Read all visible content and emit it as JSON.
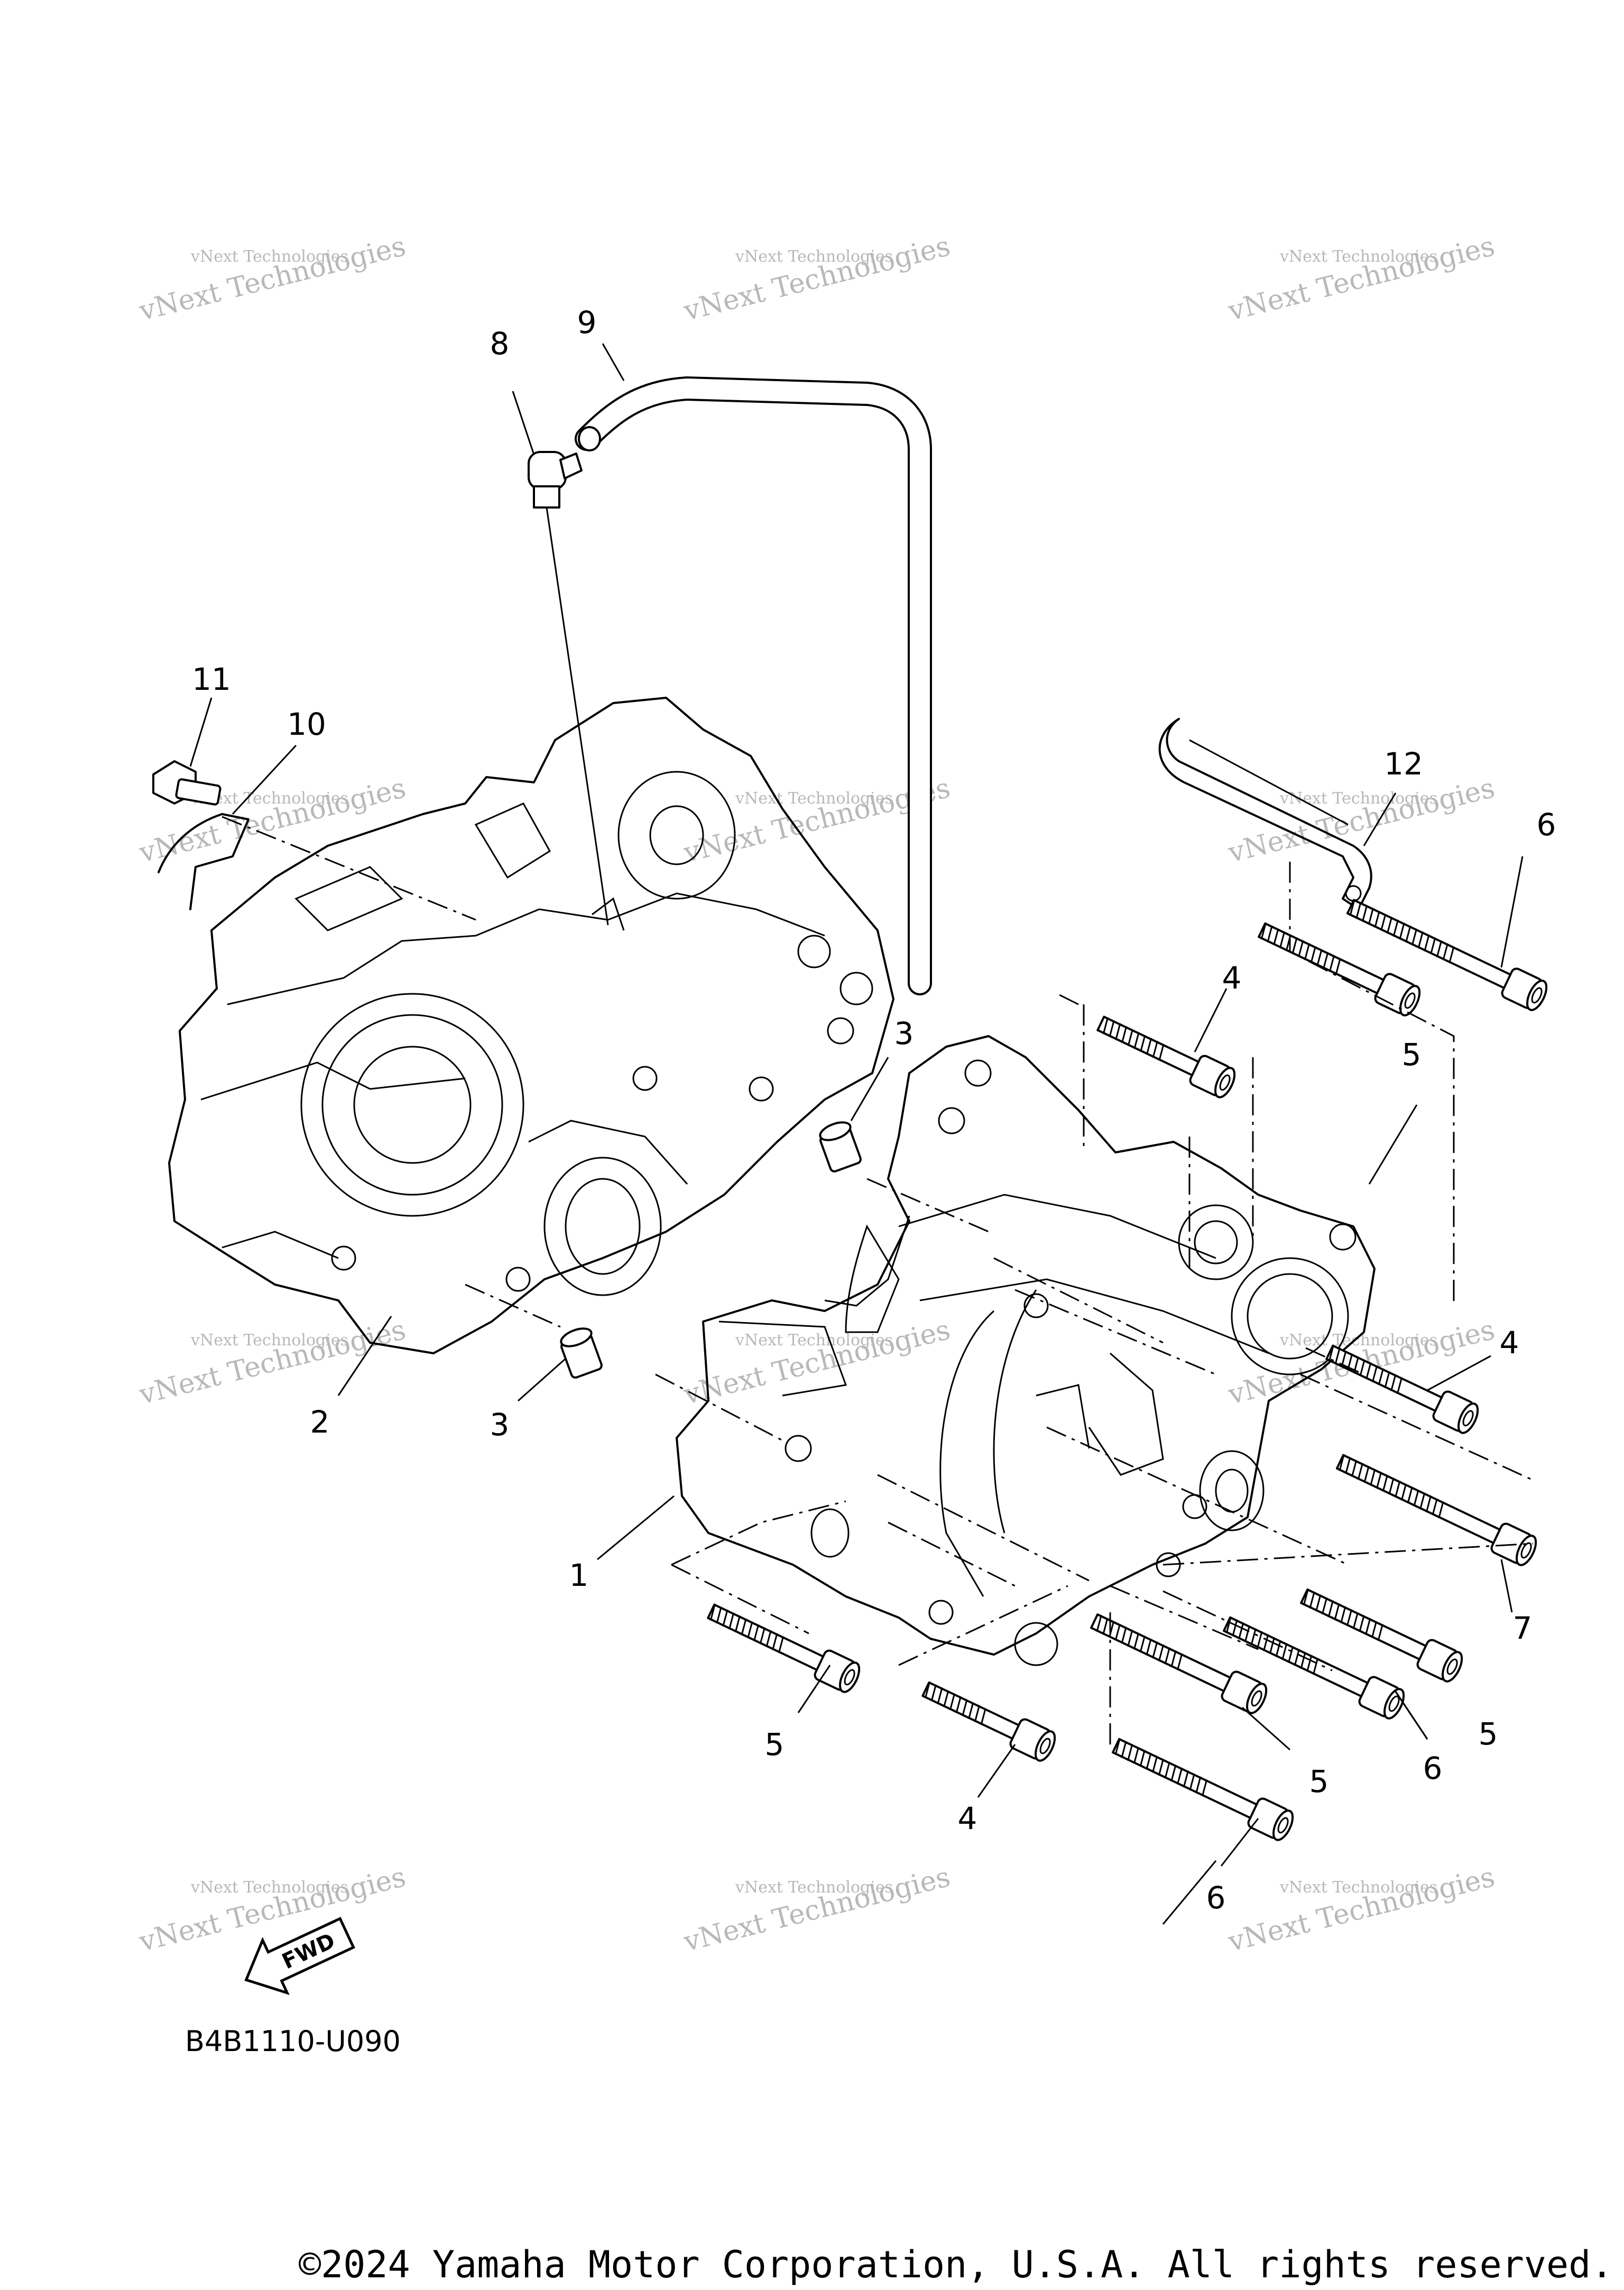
{
  "diagram": {
    "callouts": [
      {
        "id": "c1",
        "label": "1"
      },
      {
        "id": "c2",
        "label": "2"
      },
      {
        "id": "c3a",
        "label": "3"
      },
      {
        "id": "c3b",
        "label": "3"
      },
      {
        "id": "c4a",
        "label": "4"
      },
      {
        "id": "c4b",
        "label": "4"
      },
      {
        "id": "c4c",
        "label": "4"
      },
      {
        "id": "c5a",
        "label": "5"
      },
      {
        "id": "c5b",
        "label": "5"
      },
      {
        "id": "c5c",
        "label": "5"
      },
      {
        "id": "c5d",
        "label": "5"
      },
      {
        "id": "c6a",
        "label": "6"
      },
      {
        "id": "c6b",
        "label": "6"
      },
      {
        "id": "c6c",
        "label": "6"
      },
      {
        "id": "c7",
        "label": "7"
      },
      {
        "id": "c8",
        "label": "8"
      },
      {
        "id": "c9",
        "label": "9"
      },
      {
        "id": "c10",
        "label": "10"
      },
      {
        "id": "c11",
        "label": "11"
      },
      {
        "id": "c12",
        "label": "12"
      }
    ],
    "watermark_line1": "vNext Technologies",
    "watermark_line2": "vNext Technologies",
    "fwd_label": "FWD",
    "diagram_code": "B4B1110-U090",
    "copyright": "©2024 Yamaha Motor Corporation, U.S.A. All rights reserved."
  }
}
